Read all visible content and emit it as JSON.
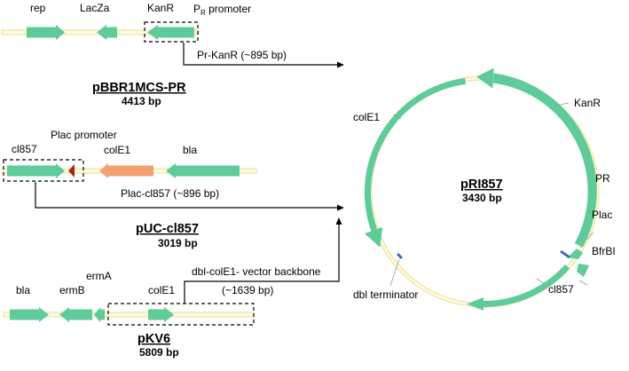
{
  "colors": {
    "gene_green": "#5ecb98",
    "gene_orange": "#f4a070",
    "promoter_red": "#b11e12",
    "site_blue": "#3b6fb6",
    "backbone_fill": "#fefbd8",
    "backbone_stroke": "#e8df9c"
  },
  "pbbr": {
    "name": "pBBR1MCS-PR",
    "size": "4413 bp",
    "genes": {
      "rep": "rep",
      "lacza": "LacZa",
      "kanr": "KanR"
    },
    "promoter_main": "P",
    "promoter_sub": "R",
    "promoter_word": " promoter",
    "fragment": "Pr-KanR (~895 bp)"
  },
  "puc": {
    "name": "pUC-cl857",
    "size": "3019 bp",
    "genes": {
      "cl857": "cl857",
      "plac": "Plac promoter",
      "cole1": "colE1",
      "bla": "bla"
    },
    "fragment": "Plac-cl857 (~896 bp)"
  },
  "pkv6": {
    "name": "pKV6",
    "size": "5809 bp",
    "genes": {
      "bla": "bla",
      "ermb": "ermB",
      "erma": "ermA",
      "cole1": "colE1"
    },
    "fragment_line1": "dbl-colE1- vector backbone",
    "fragment_line2": "(~1639 bp)"
  },
  "pri": {
    "name": "pRI857",
    "size": "3430 bp",
    "features": {
      "kanr": "KanR",
      "cole1": "colE1",
      "pr": "PR",
      "plac": "Plac",
      "bfrbi": "BfrBI",
      "cl857": "cl857",
      "dbl": "dbl terminator"
    }
  }
}
